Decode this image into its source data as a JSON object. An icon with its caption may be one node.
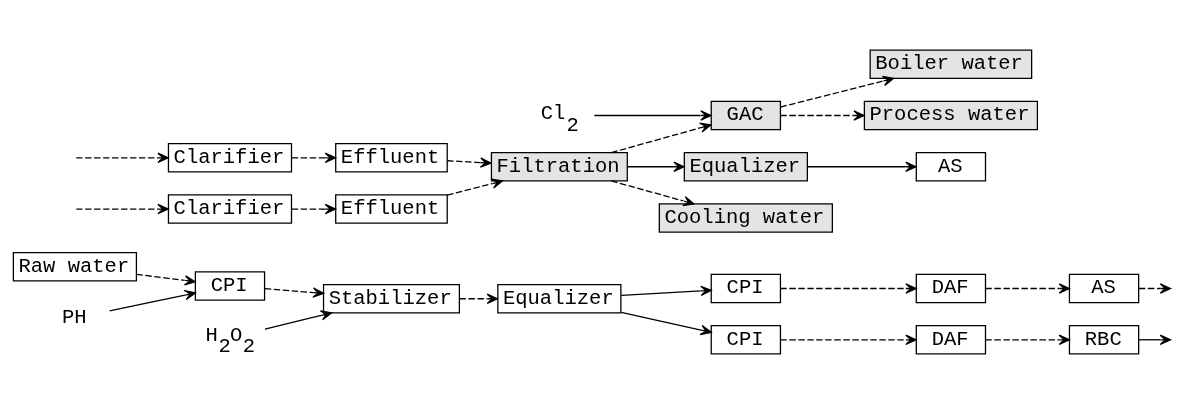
{
  "diagram": {
    "nodes": [
      {
        "text": [
          "Raw water"
        ]
      },
      {
        "text": [
          "CPI"
        ]
      },
      {
        "text": [
          "Stabilizer"
        ]
      },
      {
        "text": [
          "Equalizer"
        ]
      },
      {
        "text": [
          "CPI"
        ]
      },
      {
        "text": [
          "DAF"
        ]
      },
      {
        "text": [
          "AS"
        ]
      },
      {
        "text": [
          "CPI"
        ]
      },
      {
        "text": [
          "DAF"
        ]
      },
      {
        "text": [
          "RBC"
        ]
      },
      {
        "text": [
          "PH"
        ]
      },
      {
        "text": [
          "H$_{2}$O$_{2}$"
        ]
      },
      {
        "text": [
          "AS"
        ]
      },
      {
        "text": [
          "Equalizer"
        ]
      },
      {
        "text": [
          "Clarifier"
        ]
      },
      {
        "text": [
          "Effluent"
        ]
      },
      {
        "text": [
          "Clarifier"
        ]
      },
      {
        "text": [
          "Effluent"
        ]
      },
      {
        "text": [
          "Filtration"
        ]
      },
      {
        "text": [
          "Cl$_{2}$"
        ]
      },
      {
        "text": [
          "GAC"
        ]
      },
      {
        "text": [
          "Boiler water"
        ]
      },
      {
        "text": [
          "Process water"
        ]
      },
      {
        "text": [
          "Cooling water"
        ]
      }
    ],
    "edges": [
      {
        "from": 0,
        "to": 1,
        "arrow": "to",
        "style": "dashed"
      },
      {
        "from": 1,
        "to": 2,
        "arrow": "to",
        "style": "dashed"
      },
      {
        "from": 2,
        "to": 3,
        "arrow": "to",
        "style": "dashed"
      },
      {
        "from": 3,
        "to": 4,
        "arrow": "to"
      },
      {
        "from": 3,
        "to": 7,
        "arrow": "to"
      },
      {
        "from": 4,
        "to": 5,
        "arrow": "to",
        "style": "dashed"
      },
      {
        "from": 5,
        "to": 6,
        "arrow": "to",
        "style": "dashed"
      },
      {
        "from": 6,
        "to": null,
        "arrow": "to",
        "style": "dashed"
      },
      {
        "from": 7,
        "to": 8,
        "arrow": "to",
        "style": "dashed"
      },
      {
        "from": 8,
        "to": 9,
        "arrow": "to",
        "style": "dashed"
      },
      {
        "from": 9,
        "to": null,
        "arrow": "to"
      },
      {
        "from": 10,
        "to": 1,
        "arrow": "to"
      },
      {
        "from": 11,
        "to": 2,
        "arrow": "to"
      },
      {
        "from": null,
        "to": 14,
        "arrow": "to",
        "style": "dashed"
      },
      {
        "from": 14,
        "to": 15,
        "arrow": "to",
        "style": "dashed"
      },
      {
        "from": null,
        "to": 16,
        "arrow": "to",
        "style": "dashed"
      },
      {
        "from": 16,
        "to": 17,
        "arrow": "to",
        "style": "dashed"
      },
      {
        "from": 15,
        "to": 18,
        "arrow": "to",
        "style": "dashed"
      },
      {
        "from": 17,
        "to": 18,
        "arrow": "to",
        "style": "dashed"
      },
      {
        "from": 18,
        "to": 13,
        "arrow": "to"
      },
      {
        "from": 13,
        "to": 12,
        "arrow": "to"
      },
      {
        "from": 18,
        "to": 20,
        "arrow": "to",
        "style": "dashed"
      },
      {
        "from": 18,
        "to": 23,
        "arrow": "to",
        "style": "dashed"
      },
      {
        "from": 19,
        "to": 20,
        "arrow": "to"
      },
      {
        "from": 20,
        "to": 21,
        "arrow": "to",
        "style": "dashed"
      },
      {
        "from": 20,
        "to": 22,
        "arrow": "to",
        "style": "dashed"
      }
    ]
  }
}
